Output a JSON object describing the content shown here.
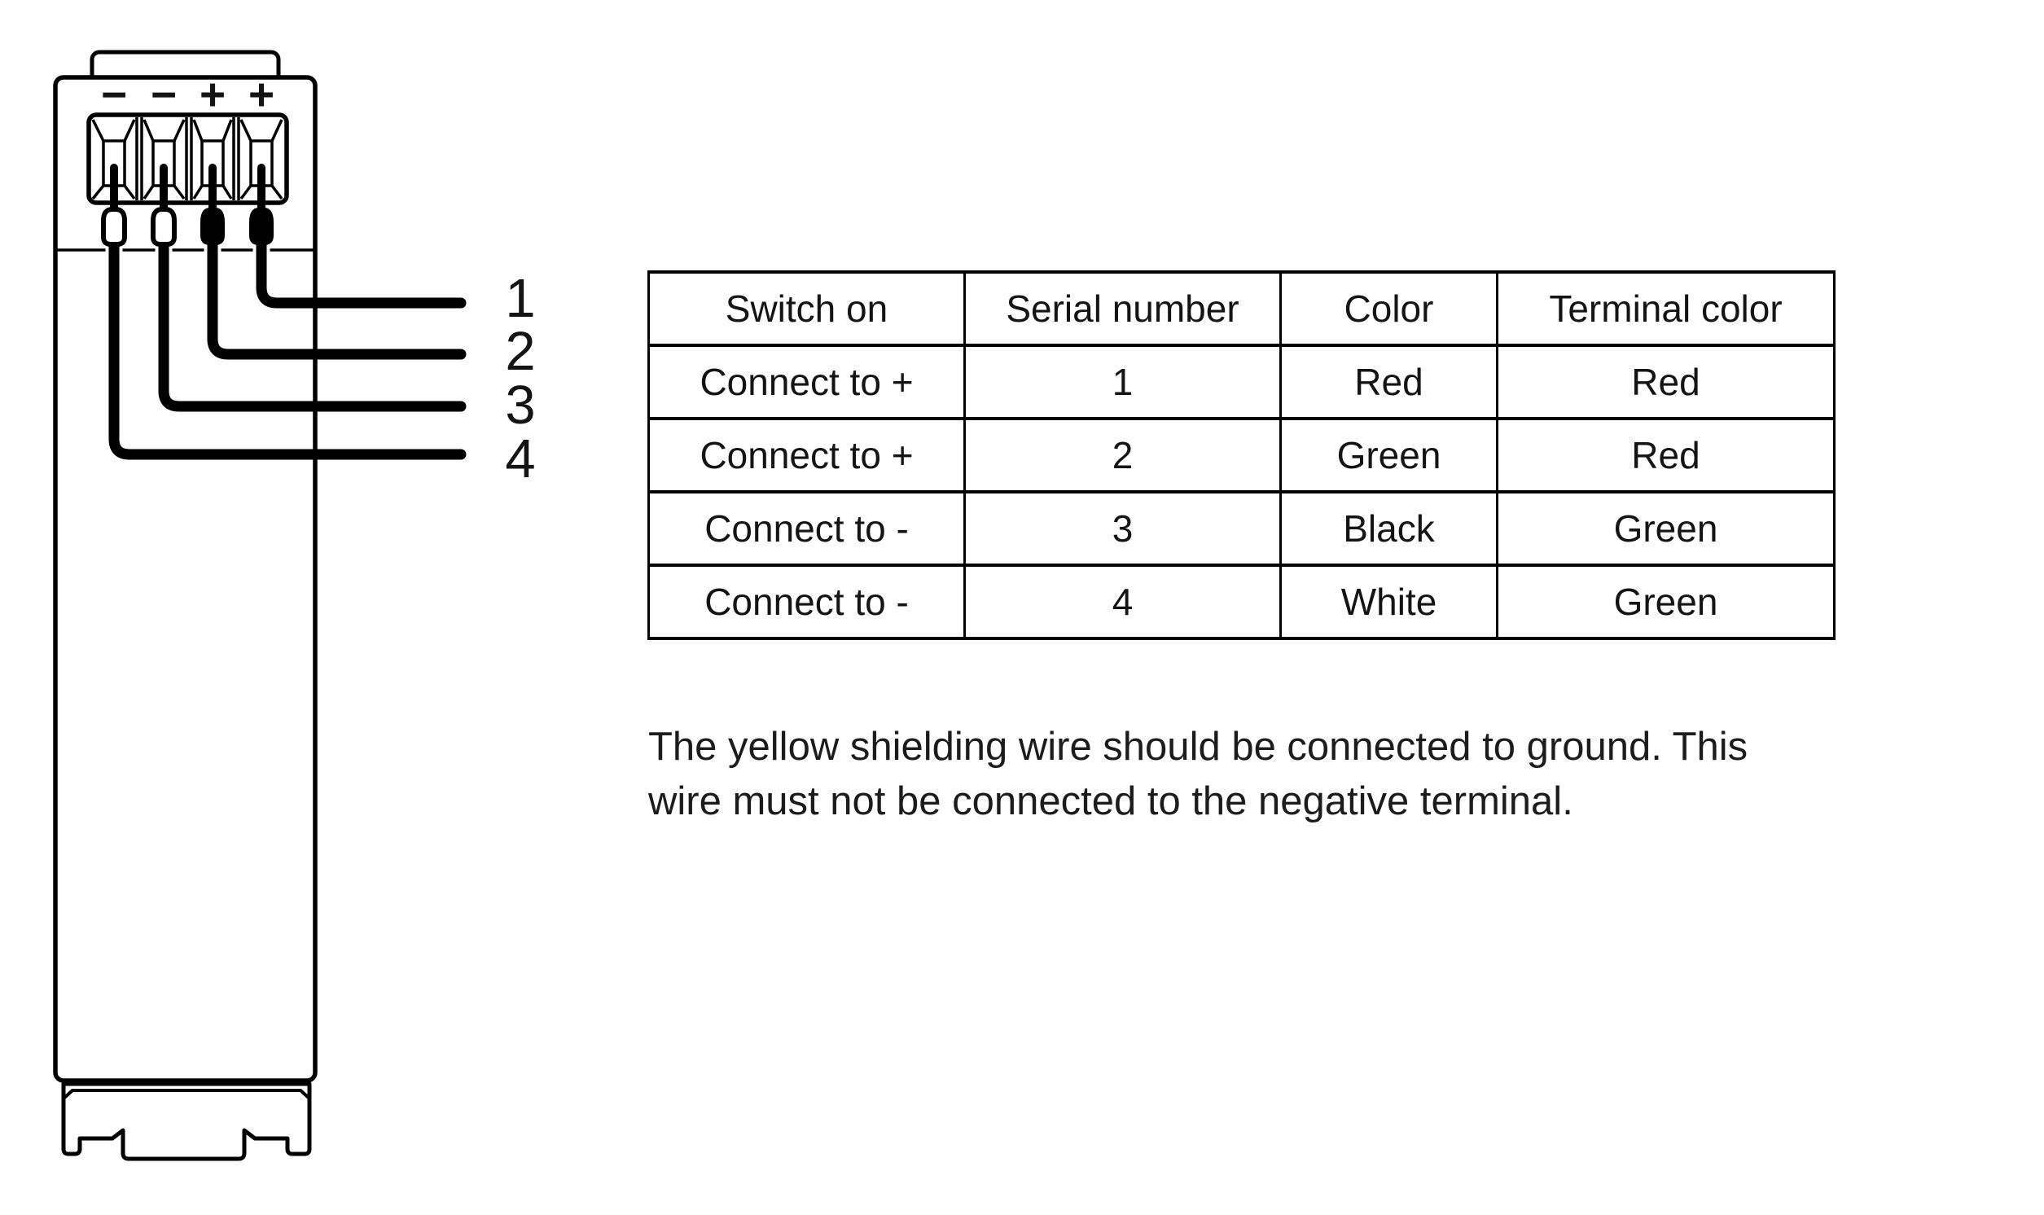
{
  "device": {
    "terminal_labels": [
      "−",
      "−",
      "+",
      "+"
    ],
    "wire_labels": [
      "1",
      "2",
      "3",
      "4"
    ]
  },
  "table": {
    "headers": [
      "Switch on",
      "Serial number",
      "Color",
      "Terminal color"
    ],
    "rows": [
      [
        "Connect to +",
        "1",
        "Red",
        "Red"
      ],
      [
        "Connect to +",
        "2",
        "Green",
        "Red"
      ],
      [
        "Connect to -",
        "3",
        "Black",
        "Green"
      ],
      [
        "Connect to -",
        "4",
        "White",
        "Green"
      ]
    ]
  },
  "note": {
    "line1": "The yellow shielding wire should be connected to ground. This",
    "line2": "wire must not be connected to the negative terminal."
  },
  "colors": {
    "ink": "#141414",
    "line": "#000000",
    "background": "#ffffff"
  }
}
